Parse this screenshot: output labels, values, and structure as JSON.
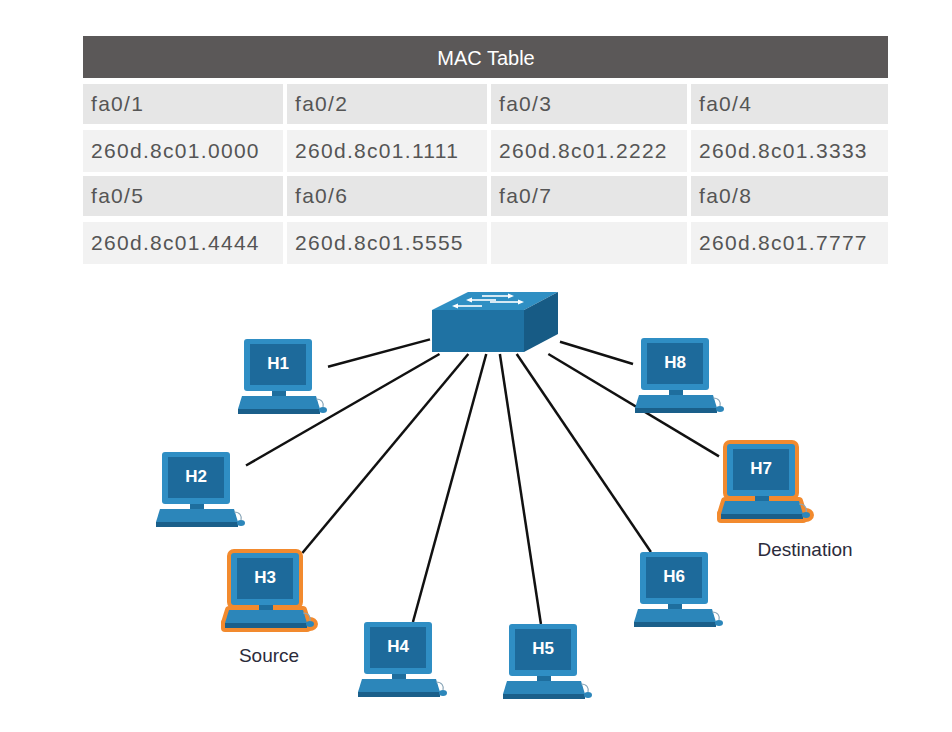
{
  "diagram": {
    "title": "MAC Table",
    "nodes": [
      {
        "text": []
      },
      {
        "text": [
          "H1"
        ]
      },
      {
        "text": [
          "H2"
        ]
      },
      {
        "text": [
          "H3",
          "Source"
        ]
      },
      {
        "text": [
          "H4"
        ]
      },
      {
        "text": [
          "H5"
        ]
      },
      {
        "text": [
          "H6"
        ]
      },
      {
        "text": [
          "H7",
          "Destination"
        ]
      },
      {
        "text": [
          "H8"
        ]
      }
    ],
    "edges": [
      {
        "from": 0,
        "to": 1,
        "arrow": "none"
      },
      {
        "from": 0,
        "to": 2,
        "arrow": "none"
      },
      {
        "from": 0,
        "to": 3,
        "arrow": "none"
      },
      {
        "from": 0,
        "to": 4,
        "arrow": "none"
      },
      {
        "from": 0,
        "to": 5,
        "arrow": "none"
      },
      {
        "from": 0,
        "to": 6,
        "arrow": "none"
      },
      {
        "from": 0,
        "to": 7,
        "arrow": "none"
      },
      {
        "from": 0,
        "to": 8,
        "arrow": "none"
      }
    ],
    "labels": [
      "fa0/1",
      "fa0/2",
      "fa0/3",
      "fa0/4",
      "260d.8c01.0000",
      "260d.8c01.1111",
      "260d.8c01.2222",
      "260d.8c01.3333",
      "fa0/5",
      "fa0/6",
      "fa0/7",
      "fa0/8",
      "260d.8c01.4444",
      "260d.8c01.5555",
      "260d.8c01.7777"
    ]
  }
}
